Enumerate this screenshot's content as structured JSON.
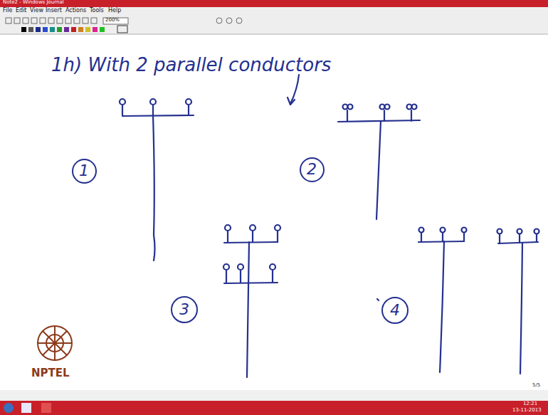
{
  "diagram": {
    "title": "1h) With 2 parallel conductors",
    "nodes": [
      {
        "text": [
          "1"
        ]
      },
      {
        "text": [
          "2"
        ]
      },
      {
        "text": [
          "3"
        ]
      },
      {
        "text": [
          "4"
        ]
      }
    ],
    "labels": [
      "Note2 - Windows Journal",
      "File",
      "Edit",
      "View",
      "Insert",
      "Actions",
      "Tools",
      "Help",
      "200%",
      "NPTEL",
      "5/5",
      "12:21",
      "13-11-2013"
    ]
  }
}
